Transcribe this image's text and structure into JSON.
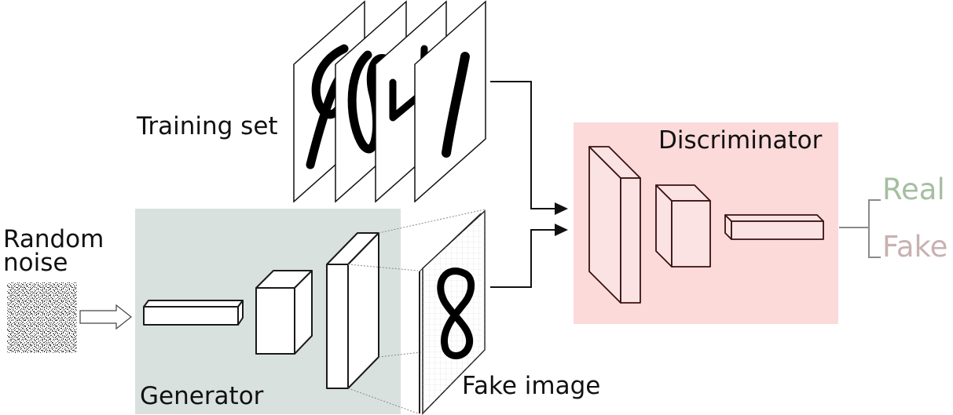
{
  "labels": {
    "training_set": "Training set",
    "random_noise_line1": "Random",
    "random_noise_line2": "noise",
    "generator": "Generator",
    "discriminator": "Discriminator",
    "fake_image": "Fake image",
    "real": "Real",
    "fake": "Fake"
  },
  "colors": {
    "generator_panel": "#d9e1df",
    "discriminator_panel": "#fcdada",
    "generator_block_stroke": "#1a1a1a",
    "discriminator_block_fill": "#fbe3e3",
    "discriminator_block_stroke": "#3a1010",
    "real_label": "#a5bea0",
    "fake_label": "#c9b1b1",
    "output_branch": "#8a8a8a"
  }
}
